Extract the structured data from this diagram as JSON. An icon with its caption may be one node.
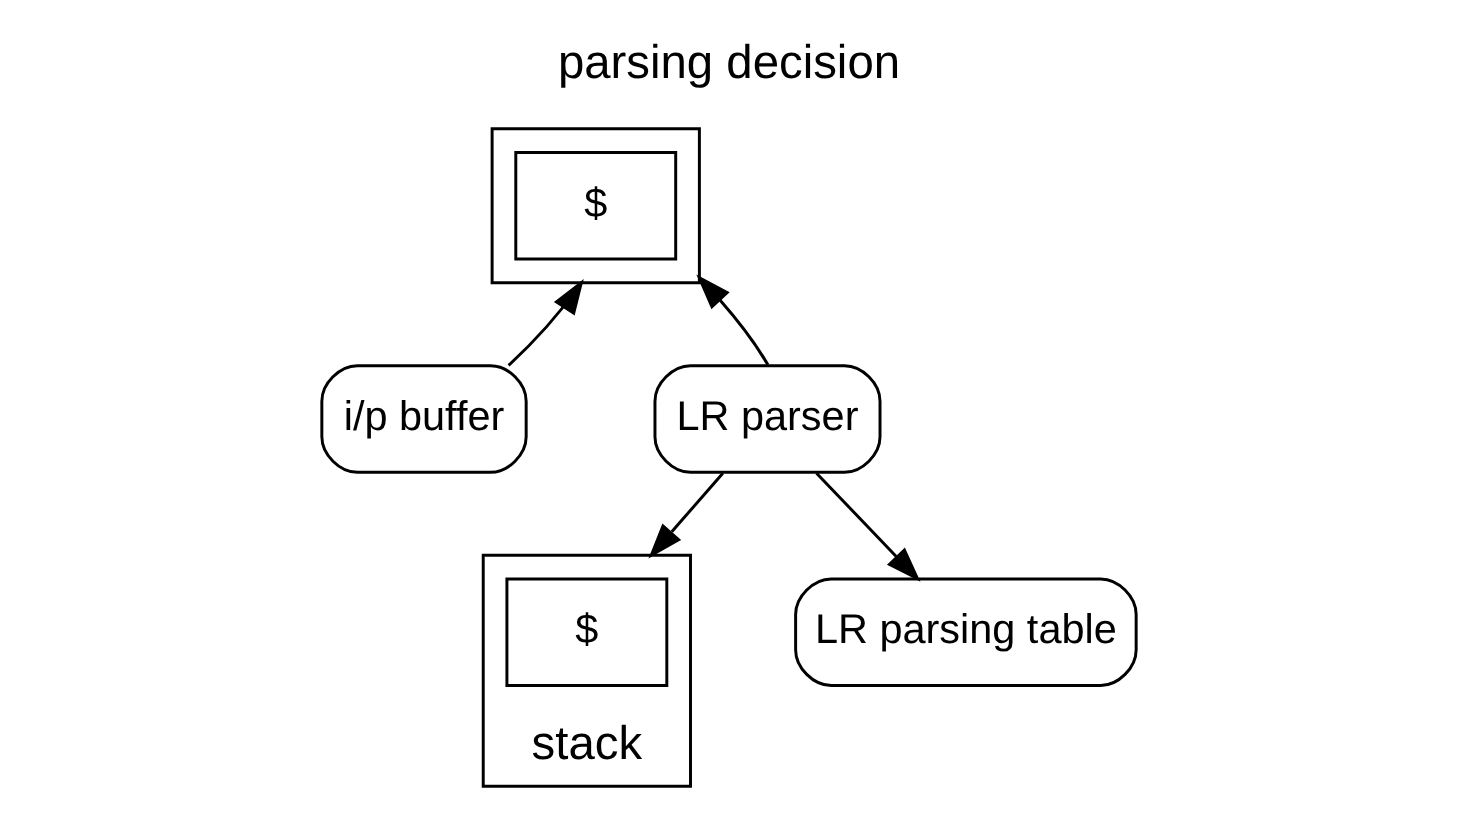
{
  "diagram": {
    "title": "parsing decision",
    "nodes": [
      {
        "text": [],
        "shape": "box"
      },
      {
        "text": [
          "$"
        ],
        "in": 0
      },
      {
        "text": [
          "i/p buffer"
        ]
      },
      {
        "text": [],
        "shape": "box",
        "beside": [
          "stack"
        ]
      },
      {
        "text": [
          "$"
        ],
        "in": 3
      },
      {
        "text": [
          "LR parser"
        ]
      },
      {
        "text": [
          "LR parsing table"
        ]
      }
    ],
    "edges": [
      {
        "from": 2,
        "to": 0,
        "arrow": "to"
      },
      {
        "from": 5,
        "to": 0,
        "arrow": "to"
      },
      {
        "from": 5,
        "to": 3,
        "arrow": "to"
      },
      {
        "from": 5,
        "to": 6,
        "arrow": "to"
      }
    ]
  }
}
